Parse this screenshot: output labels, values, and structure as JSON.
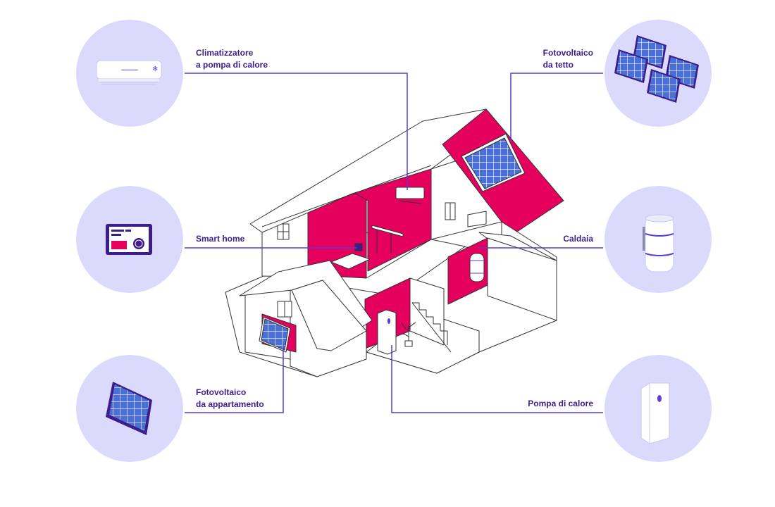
{
  "labels": {
    "clima": {
      "line1": "Climatizzatore",
      "line2": "a pompa di calore"
    },
    "smart_home": {
      "line1": "Smart home"
    },
    "fv_appartamento": {
      "line1": "Fotovoltaico",
      "line2": "da appartamento"
    },
    "fv_tetto": {
      "line1": "Fotovoltaico",
      "line2": "da tetto"
    },
    "caldaia": {
      "line1": "Caldaia"
    },
    "pompa": {
      "line1": "Pompa di calore"
    }
  },
  "colors": {
    "accent": "#e6005e",
    "line": "#5b3ad6",
    "circle": "#dcdafc",
    "text": "#3b1e8c",
    "panel": "#4a6fd6"
  },
  "icons": [
    "air-conditioner-icon",
    "smart-home-tablet-icon",
    "solar-panel-icon",
    "rooftop-solar-panels-icon",
    "boiler-icon",
    "heat-pump-icon"
  ]
}
